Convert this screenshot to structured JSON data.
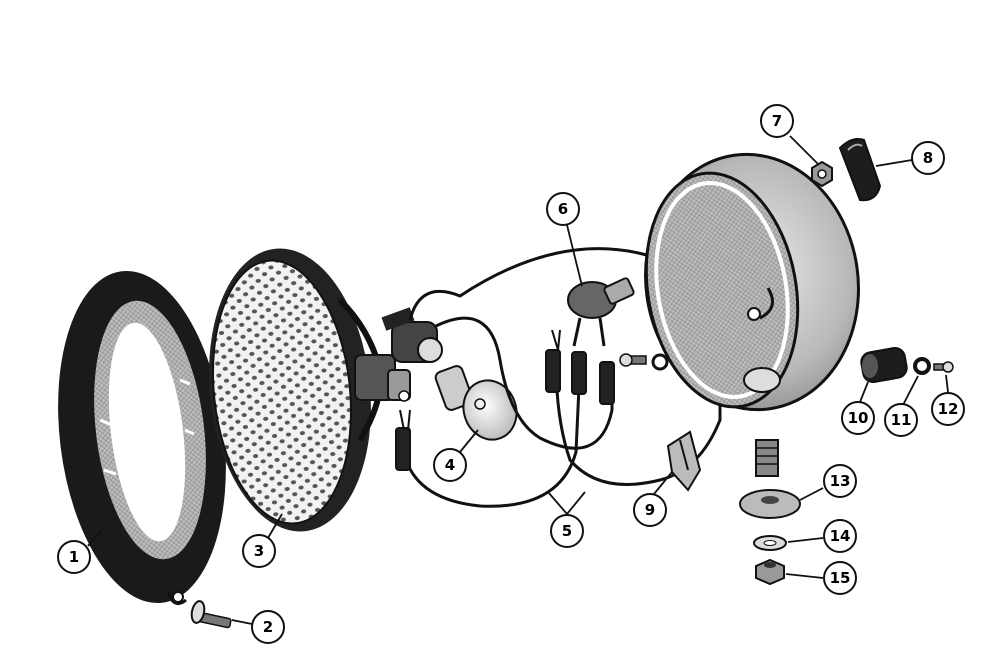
{
  "colors": {
    "ink": "#111111",
    "paper": "#ffffff",
    "shade": "#8a8a8a",
    "light": "#d6d6d6"
  },
  "callouts": [
    {
      "id": "c1",
      "label": "1"
    },
    {
      "id": "c2",
      "label": "2"
    },
    {
      "id": "c3",
      "label": "3"
    },
    {
      "id": "c4",
      "label": "4"
    },
    {
      "id": "c5",
      "label": "5"
    },
    {
      "id": "c6",
      "label": "6"
    },
    {
      "id": "c7",
      "label": "7"
    },
    {
      "id": "c8",
      "label": "8"
    },
    {
      "id": "c9",
      "label": "9"
    },
    {
      "id": "c10",
      "label": "10"
    },
    {
      "id": "c11",
      "label": "11"
    },
    {
      "id": "c12",
      "label": "12"
    },
    {
      "id": "c13",
      "label": "13"
    },
    {
      "id": "c14",
      "label": "14"
    },
    {
      "id": "c15",
      "label": "15"
    }
  ]
}
